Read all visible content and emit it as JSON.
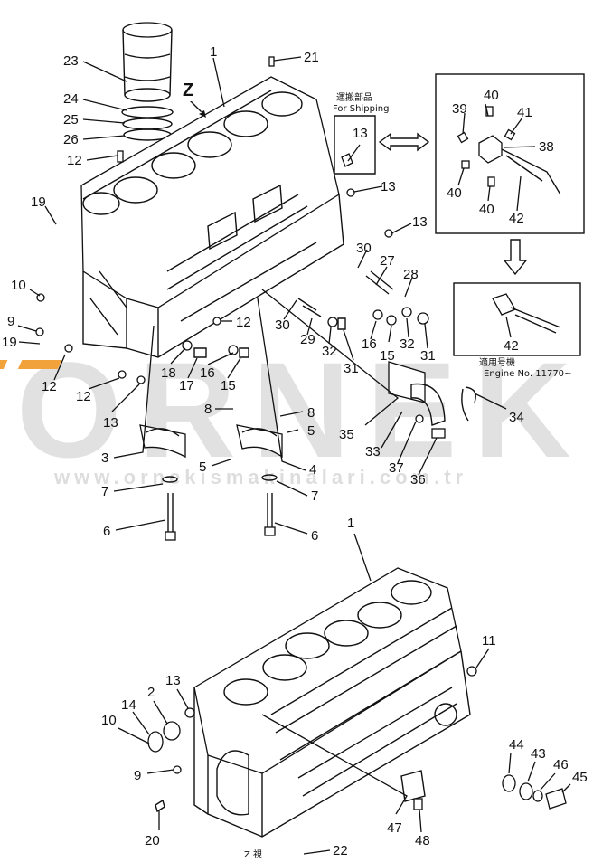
{
  "watermark": {
    "brand": "ORNEK",
    "url": "www.ornekismakinalari.com.tr",
    "accent": "#f2a23a"
  },
  "view_letter": "Z",
  "view_caption": "Z 視",
  "shipping_note": {
    "jp": "運搬部品",
    "en": "For Shipping"
  },
  "engine_note": {
    "jp": "適用号機",
    "en": "Engine  No.  11770~"
  },
  "callouts_top": {
    "c1": "1",
    "c21": "21",
    "c23": "23",
    "c24": "24",
    "c25": "25",
    "c26": "26",
    "c12a": "12",
    "c19": "19",
    "c10": "10",
    "c9": "9",
    "c19b": "19",
    "c12b": "12",
    "c12c": "12",
    "c13a": "13",
    "c13b": "13",
    "c13c": "13",
    "c13d": "13",
    "c39": "39",
    "c40a": "40",
    "c41": "41",
    "c38": "38",
    "c40b": "40",
    "c40c": "40",
    "c42a": "42",
    "c30a": "30",
    "c27": "27",
    "c28": "28",
    "c12d": "12",
    "c30b": "30",
    "c29": "29",
    "c16a": "16",
    "c15a": "15",
    "c32a": "32",
    "c31a": "31",
    "c32b": "32",
    "c31b": "31",
    "c18": "18",
    "c17": "17",
    "c16b": "16",
    "c15b": "15",
    "c42b": "42",
    "c34": "34",
    "c35": "35",
    "c33": "33",
    "c37": "37",
    "c36": "36",
    "c8a": "8",
    "c8b": "8",
    "c5a": "5",
    "c5b": "5",
    "c3": "3",
    "c4": "4",
    "c7a": "7",
    "c7b": "7",
    "c6a": "6",
    "c6b": "6"
  },
  "callouts_bottom": {
    "c1": "1",
    "c11": "11",
    "c13": "13",
    "c14": "14",
    "c2": "2",
    "c10": "10",
    "c9": "9",
    "c20": "20",
    "c22": "22",
    "c44": "44",
    "c43": "43",
    "c46": "46",
    "c45": "45",
    "c47": "47",
    "c48": "48"
  }
}
